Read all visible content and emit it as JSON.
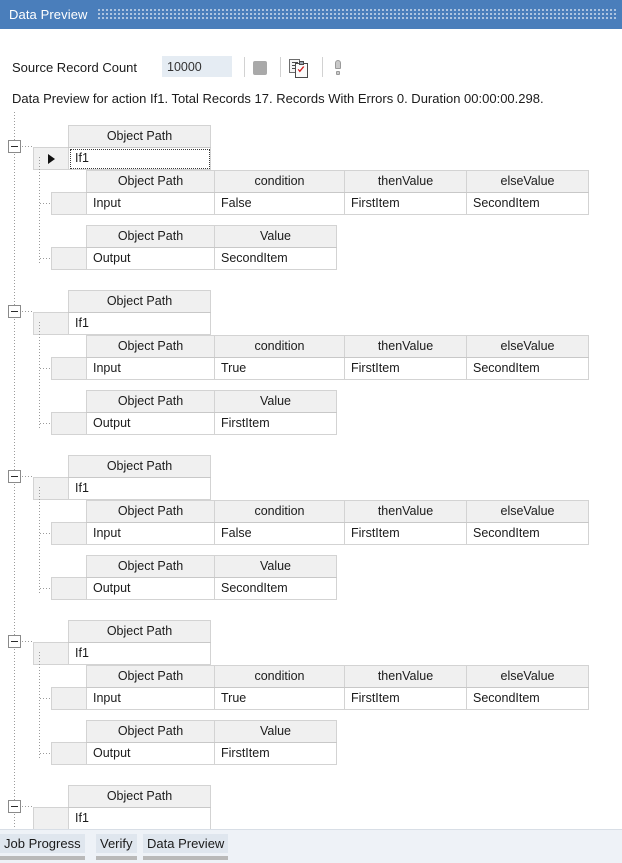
{
  "window": {
    "title": "Data Preview",
    "title_color": "#4a7ebb"
  },
  "toolbar": {
    "source_record_count_label": "Source Record Count",
    "source_record_count_value": "10000",
    "stop_button": "stop-button",
    "preview_button": "preview-data-button",
    "warning_button": "warning-button"
  },
  "status": {
    "text": "Data Preview for action If1. Total Records 17. Records With Errors 0. Duration 00:00:00.298."
  },
  "grid": {
    "outer_header": "Object Path",
    "outer_value": "If1",
    "inner_headers_4col": [
      "Object Path",
      "condition",
      "thenValue",
      "elseValue"
    ],
    "inner_headers_2col": [
      "Object Path",
      "Value"
    ],
    "input_label": "Input",
    "output_label": "Output",
    "blocks": [
      {
        "object_path": "If1",
        "selected": true,
        "current_row": true,
        "input": {
          "path": "Input",
          "condition": "False",
          "thenValue": "FirstItem",
          "elseValue": "SecondItem"
        },
        "output": {
          "path": "Output",
          "value": "SecondItem"
        }
      },
      {
        "object_path": "If1",
        "selected": false,
        "current_row": false,
        "input": {
          "path": "Input",
          "condition": "True",
          "thenValue": "FirstItem",
          "elseValue": "SecondItem"
        },
        "output": {
          "path": "Output",
          "value": "FirstItem"
        }
      },
      {
        "object_path": "If1",
        "selected": false,
        "current_row": false,
        "input": {
          "path": "Input",
          "condition": "False",
          "thenValue": "FirstItem",
          "elseValue": "SecondItem"
        },
        "output": {
          "path": "Output",
          "value": "SecondItem"
        }
      },
      {
        "object_path": "If1",
        "selected": false,
        "current_row": false,
        "input": {
          "path": "Input",
          "condition": "True",
          "thenValue": "FirstItem",
          "elseValue": "SecondItem"
        },
        "output": {
          "path": "Output",
          "value": "FirstItem"
        }
      },
      {
        "object_path": "If1",
        "selected": false,
        "current_row": false,
        "truncated": true
      }
    ]
  },
  "tabs": [
    {
      "label": "Job Progress",
      "active": false
    },
    {
      "label": "Verify",
      "active": false
    },
    {
      "label": "Data Preview",
      "active": true
    }
  ]
}
